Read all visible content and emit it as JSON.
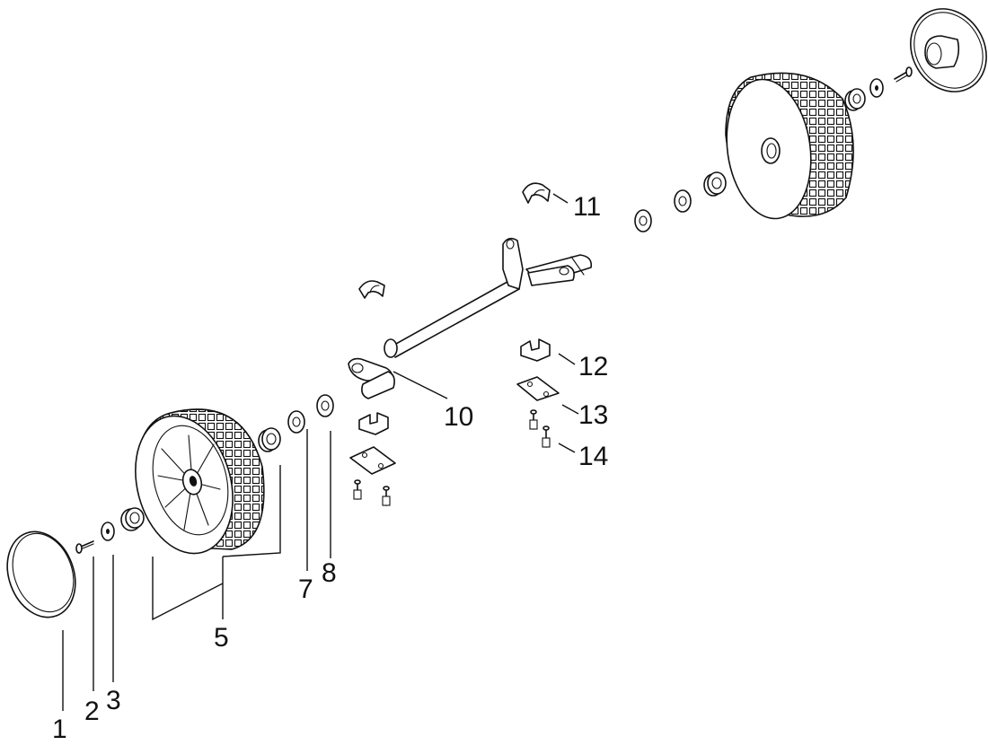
{
  "callouts": [
    {
      "key": "1",
      "text": "1"
    },
    {
      "key": "2",
      "text": "2"
    },
    {
      "key": "3",
      "text": "3"
    },
    {
      "key": "5",
      "text": "5"
    },
    {
      "key": "7",
      "text": "7"
    },
    {
      "key": "8",
      "text": "8"
    },
    {
      "key": "10",
      "text": "10"
    },
    {
      "key": "11",
      "text": "11"
    },
    {
      "key": "12",
      "text": "12"
    },
    {
      "key": "13",
      "text": "13"
    },
    {
      "key": "14",
      "text": "14"
    }
  ]
}
